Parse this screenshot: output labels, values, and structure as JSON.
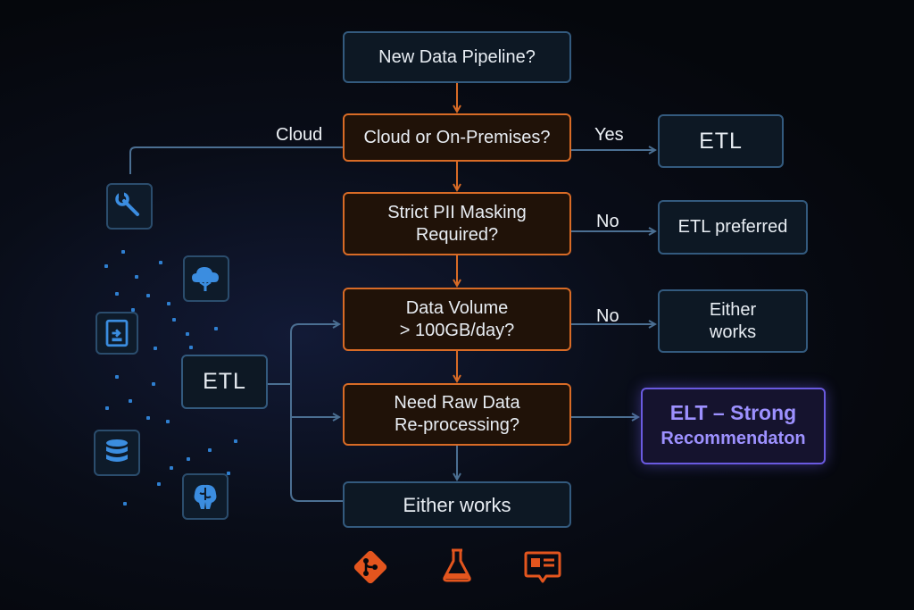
{
  "colors": {
    "background": "#05080d",
    "blue_border": "#335a7e",
    "orange_border": "#d86b26",
    "purple_border": "#6a5ae0",
    "purple_text": "#9d91ff",
    "arrow_orange": "#d86b26",
    "arrow_blue": "#4b6f92",
    "icon_blue": "#3b8de0",
    "icon_orange": "#e3551e"
  },
  "flow": {
    "start": "New Data Pipeline?",
    "q_cloud": "Cloud or On-Premises?",
    "q_pii_line1": "Strict PII Masking",
    "q_pii_line2": "Required?",
    "q_volume_line1": "Data Volume",
    "q_volume_line2": "> 100GB/day?",
    "q_raw_line1": "Need Raw Data",
    "q_raw_line2": "Re-processing?",
    "end_either": "Either works"
  },
  "outcomes": {
    "etl": "ETL",
    "etl_preferred": "ETL preferred",
    "either_line1": "Either",
    "either_line2": "works",
    "elt_line1": "ELT – Strong",
    "elt_line2": "Recommendaton"
  },
  "edge_labels": {
    "cloud": "Cloud",
    "yes": "Yes",
    "no_pii": "No",
    "no_volume": "No"
  },
  "left_cluster": {
    "etl_label": "ETL",
    "icons": [
      "wrench-icon",
      "cloud-tree-icon",
      "download-file-icon",
      "database-icon",
      "brain-icon"
    ]
  },
  "bottom_icons": [
    "git-icon",
    "flask-icon",
    "message-card-icon"
  ]
}
